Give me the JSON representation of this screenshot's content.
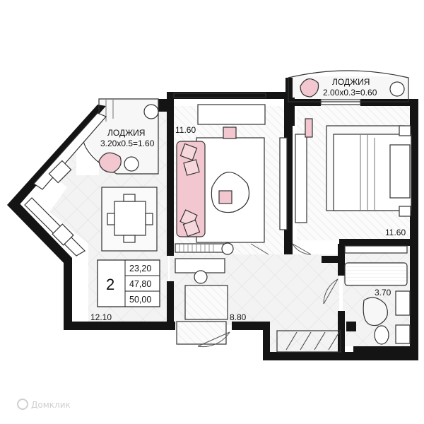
{
  "rooms": {
    "kitchen": {
      "area": "12.10"
    },
    "living": {
      "area": "11.60"
    },
    "bedroom": {
      "area": "11.60"
    },
    "hall": {
      "area": "8.80"
    },
    "bathroom": {
      "area": "3.70"
    }
  },
  "loggias": {
    "left": {
      "title": "ЛОДЖИЯ",
      "formula": "3.20x0.5=1.60"
    },
    "right": {
      "title": "ЛОДЖИЯ",
      "formula": "2.00x0.3=0.60"
    }
  },
  "summary": {
    "room_count": "2",
    "living_area": "23,20",
    "total_area": "47,80",
    "total_area_with_loggias": "50,00"
  },
  "watermark": {
    "text": "Домклик"
  },
  "colors": {
    "wall": "#141414",
    "furniture_accent": "#f2c7cf",
    "floor_tile": "#ececec",
    "line": "#444444"
  }
}
